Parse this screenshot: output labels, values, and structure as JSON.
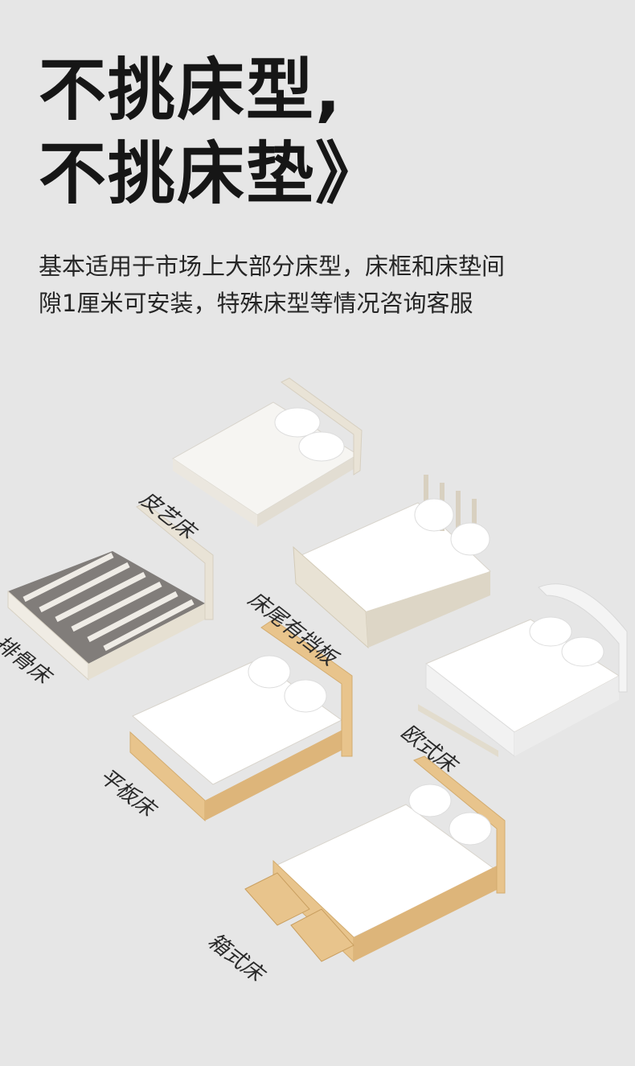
{
  "headline": {
    "line1": "不挑床型,",
    "line2": "不挑床垫》"
  },
  "subtitle": {
    "line1": "基本适用于市场上大部分床型，床框和床垫间",
    "line2": "隙1厘米可安装，特殊床型等情况咨询客服"
  },
  "beds": [
    {
      "label": "皮艺床"
    },
    {
      "label": "床尾有挡板"
    },
    {
      "label": "排骨床"
    },
    {
      "label": "欧式床"
    },
    {
      "label": "平板床"
    },
    {
      "label": "箱式床"
    }
  ],
  "colors": {
    "background": "#e6e6e6",
    "text": "#161616",
    "wood": "#e8c48c",
    "cream": "#ece7dc",
    "white": "#fafafa"
  }
}
